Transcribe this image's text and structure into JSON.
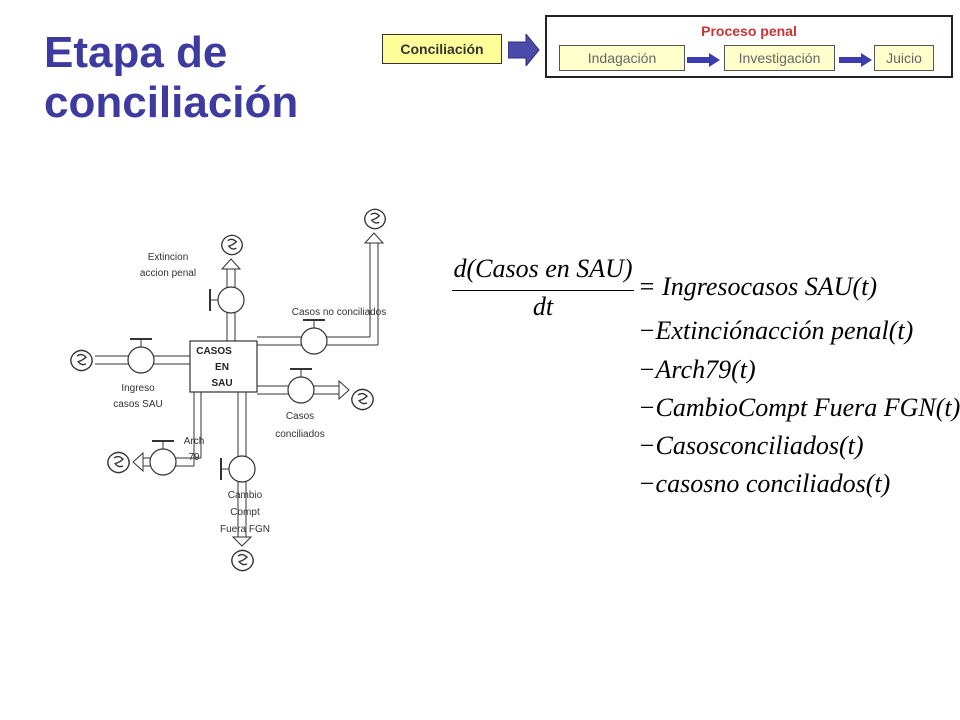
{
  "page_title": {
    "line1": "Etapa de",
    "line2": "conciliación"
  },
  "stage": {
    "label": "Conciliación"
  },
  "process": {
    "title": "Proceso penal",
    "phases": [
      {
        "label": "Indagación"
      },
      {
        "label": "Investigación"
      },
      {
        "label": "Juicio"
      }
    ]
  },
  "diagram": {
    "stock": {
      "line1": "CASOS",
      "line2": "EN",
      "line3": "SAU"
    },
    "flows": {
      "ingreso": {
        "line1": "Ingreso",
        "line2": "casos SAU"
      },
      "extincion": {
        "line1": "Extincion",
        "line2": "accion penal"
      },
      "no_conciliados": {
        "line1": "Casos no conciliados"
      },
      "conciliados": {
        "line1": "Casos",
        "line2": "conciliados"
      },
      "arch79": {
        "line1": "Arch",
        "line2": "79"
      },
      "cambio": {
        "line1": "Cambio",
        "line2": "Compt",
        "line3": "Fuera FGN"
      }
    }
  },
  "equation": {
    "numerator": "d(Casos en SAU)",
    "denominator": "dt",
    "equals": "= Ingresocasos SAU(t)",
    "terms": [
      "−Extinciónacción penal(t)",
      "−Arch79(t)",
      "−CambioCompt Fuera FGN(t)",
      "−Casosconciliados(t)",
      "−casosno conciliados(t)"
    ]
  },
  "colors": {
    "title": "#3d3aa0",
    "stage_fill": "#ffff99",
    "phase_fill": "#ffffcc",
    "process_title": "#cc3333",
    "arrow": "#4a4aa8"
  },
  "icons": {
    "stage_arrow": "block-arrow-right-icon",
    "phase_arrow": "thick-arrow-right-icon",
    "cloud": "cloud-source-sink-icon"
  }
}
